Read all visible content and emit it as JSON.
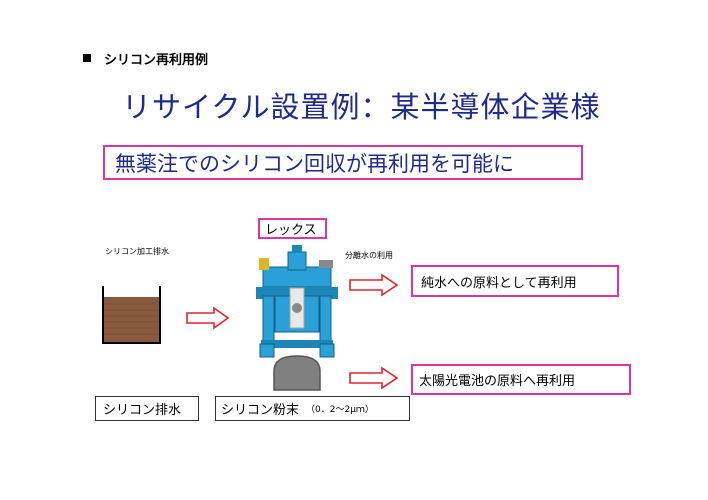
{
  "header": {
    "bullet_text": "シリコン再利用例",
    "title": "リサイクル設置例：某半導体企業様",
    "subtitle": "無薬注でのシリコン回収が再利用を可能に"
  },
  "diagram": {
    "drain_caption": "シリコン加工排水",
    "product_label": "レックス",
    "separated_water_caption": "分離水の利用",
    "use_pure_water": "純水への原料として再利用",
    "use_solar": "太陽光電池の原料へ再利用",
    "silicon_drain": "シリコン排水",
    "silicon_powder": "シリコン粉末",
    "powder_size": "（0．2～2μｍ）"
  },
  "colors": {
    "title_blue": "#1f2a8a",
    "box_border_pink": "#e0369a",
    "arrow_red": "#e0252d",
    "machine_blue": "#2aa0d8",
    "sludge_brown": "#8a5a3e"
  },
  "icons": {
    "bullet": "black-square-bullet",
    "arrow": "hollow-right-arrow"
  }
}
